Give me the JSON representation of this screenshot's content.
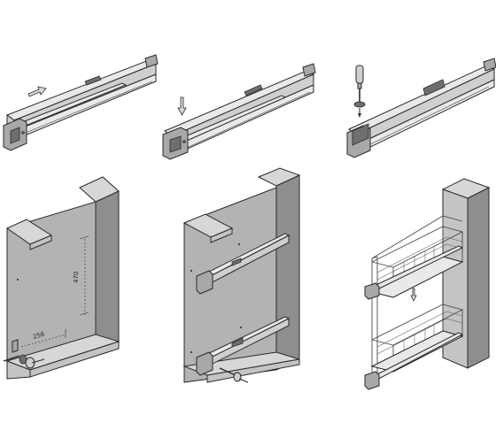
{
  "dimensions": {
    "vertical_label": "470",
    "horizontal_label": "256"
  },
  "panels": [
    {
      "id": "step-1",
      "description_icon": "drawer-rail-icon"
    },
    {
      "id": "step-2",
      "description_icon": "drawer-rail-icon"
    },
    {
      "id": "step-3",
      "description_icon": "screwdriver-icon"
    },
    {
      "id": "step-4",
      "description_icon": "cabinet-icon"
    },
    {
      "id": "step-5",
      "description_icon": "cabinet-icon"
    },
    {
      "id": "step-6",
      "description_icon": "wire-basket-icon"
    }
  ]
}
